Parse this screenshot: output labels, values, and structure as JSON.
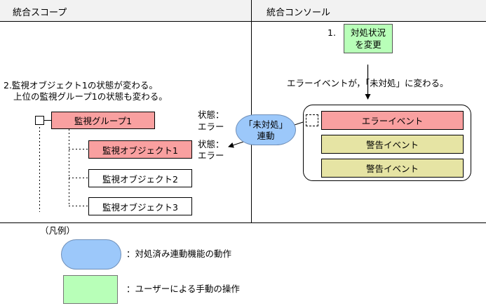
{
  "headers": {
    "left": "統合スコープ",
    "right": "統合コンソール"
  },
  "scope": {
    "step2_line1": "2.監視オブジェクト1の状態が変わる。",
    "step2_line2": "上位の監視グループ1の状態も変わる。",
    "group": "監視グループ1",
    "objects": [
      "監視オブジェクト1",
      "監視オブジェクト2",
      "監視オブジェクト3"
    ],
    "status1_label": "状態：",
    "status1_value": "エラー",
    "status2_label": "状態：",
    "status2_value": "エラー"
  },
  "linkage": {
    "line1": "「未対処」",
    "line2": "連動"
  },
  "console": {
    "step1_number": "1.",
    "step1_line1": "対処状況",
    "step1_line2": "を変更",
    "event_change_text": "エラーイベントが，「未対処」に変わる。",
    "events": [
      "エラーイベント",
      "警告イベント",
      "警告イベント"
    ]
  },
  "legend": {
    "title": "（凡例）",
    "oval_desc": "：対処済み連動機能の動作",
    "green_desc": "：ユーザーによる手動の操作"
  },
  "colors": {
    "error_fill": "#f9a0a0",
    "warning_fill": "#e6e4a4",
    "linkage_fill": "#9cc8fa",
    "manual_fill": "#b8ffb8",
    "header_fill": "#f2f2f2"
  }
}
